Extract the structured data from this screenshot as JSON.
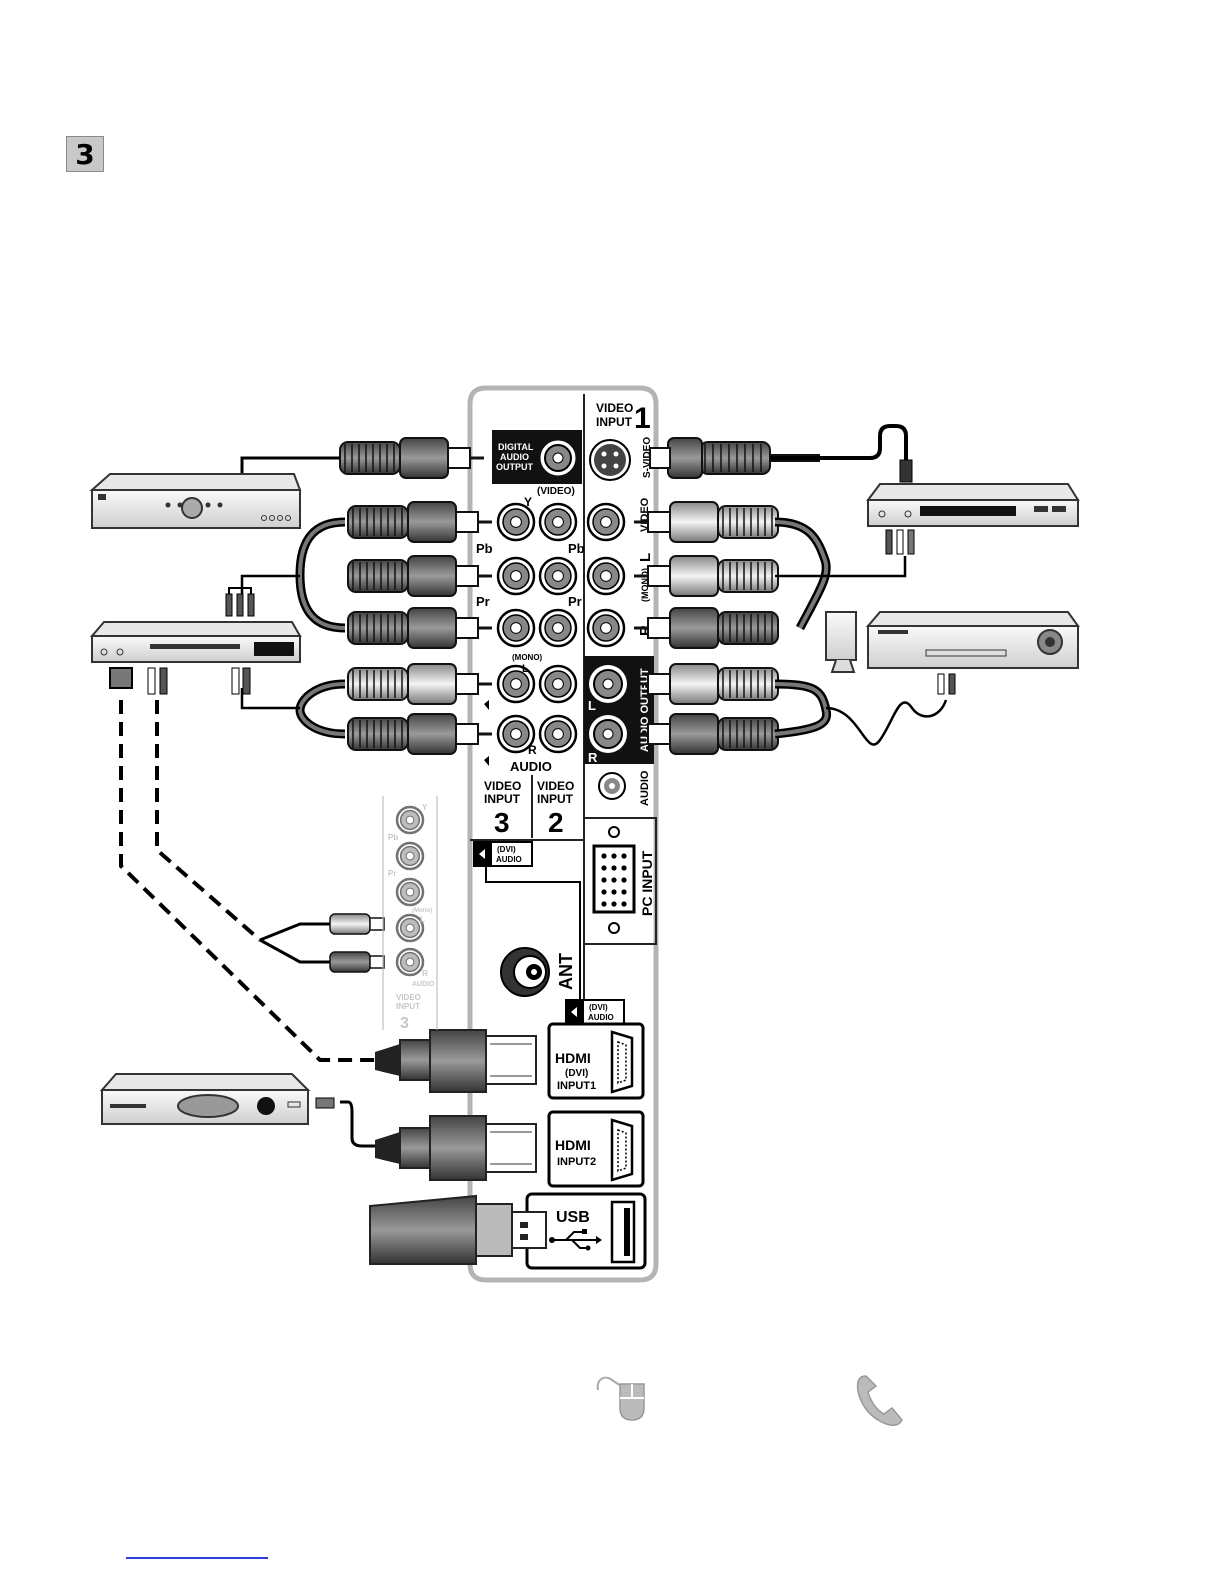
{
  "step_number": "3",
  "panel": {
    "video_input_1": {
      "title_line1": "VIDEO",
      "title_line2": "INPUT",
      "number": "1"
    },
    "s_video": "S-VIDEO",
    "digital_audio": {
      "line1": "DIGITAL",
      "line2": "AUDIO",
      "line3": "OUTPUT"
    },
    "video_paren": "(VIDEO)",
    "y": "Y",
    "pb": "Pb",
    "pr": "Pr",
    "mono": "(MONO)",
    "video_side": "VIDEO",
    "l_side": "L",
    "mono_side": "(MONO)",
    "r_side": "R",
    "audio_output": "AUDIO OUTPUT",
    "l_out": "L",
    "r_out": "R",
    "audio_label": "AUDIO",
    "l_mark": "L",
    "r_mark": "R",
    "video_input_3": {
      "line1": "VIDEO",
      "line2": "INPUT",
      "number": "3"
    },
    "video_input_2": {
      "line1": "VIDEO",
      "line2": "INPUT",
      "number": "2"
    },
    "pc_audio": "AUDIO",
    "pc_input": "PC INPUT",
    "dvi_audio": {
      "line1": "(DVI)",
      "line2": "AUDIO"
    },
    "ant": "ANT",
    "hdmi1": {
      "logo": "HDMI",
      "line2": "(DVI)",
      "line3": "INPUT1"
    },
    "hdmi2": {
      "logo": "HDMI",
      "line2": "INPUT2"
    },
    "usb": "USB"
  },
  "inset": {
    "y": "Y",
    "pb": "Pb",
    "pr": "Pr",
    "mono": "(Mono)",
    "l": "L",
    "r": "R",
    "audio": "AUDIO",
    "video": "VIDEO",
    "input": "INPUT",
    "number": "3"
  },
  "icons": [
    "mouse-icon",
    "phone-icon"
  ]
}
